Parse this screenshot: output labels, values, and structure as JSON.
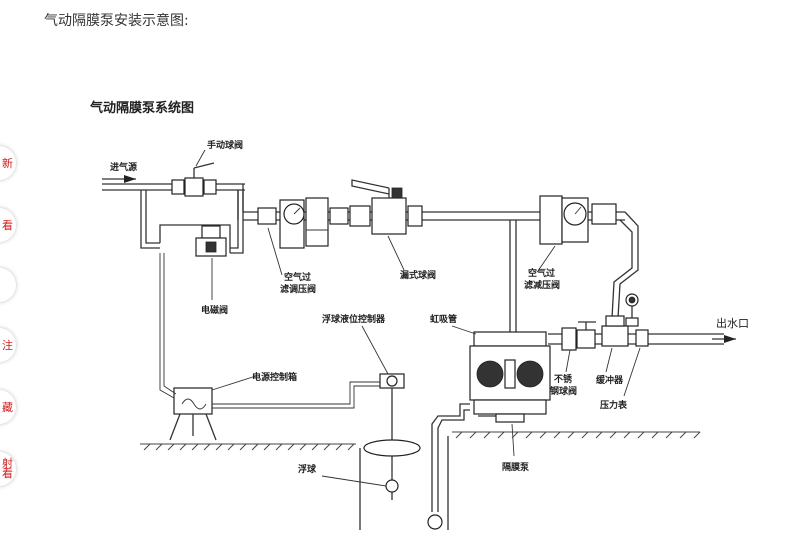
{
  "page": {
    "caption": "气动隔膜泵安装示意图:"
  },
  "side_tabs": [
    {
      "label": "新"
    },
    {
      "label": "看"
    },
    {
      "label": ""
    },
    {
      "label": "注"
    },
    {
      "label": "藏"
    },
    {
      "label": "射\n看"
    }
  ],
  "diagram": {
    "title": "气动隔膜泵系统图",
    "labels": {
      "air_inlet": "进气源",
      "manual_ball_valve": "手动球阀",
      "solenoid_valve": "电磁阀",
      "air_filter_regulator_1": "空气过\n滤调压阀",
      "leak_ball_valve": "漏式球阀",
      "air_filter_regulator_2": "空气过\n滤减压阀",
      "suction_hose": "虹吸管",
      "float_controller": "浮球液位控制器",
      "power_control_box": "电源控制箱",
      "stainless_ball_valve": "不锈\n钢球阀",
      "buffer": "缓冲器",
      "pressure_gauge": "压力表",
      "outlet": "出水口",
      "float_ball": "浮球",
      "diaphragm_pump": "隔膜泵"
    }
  }
}
